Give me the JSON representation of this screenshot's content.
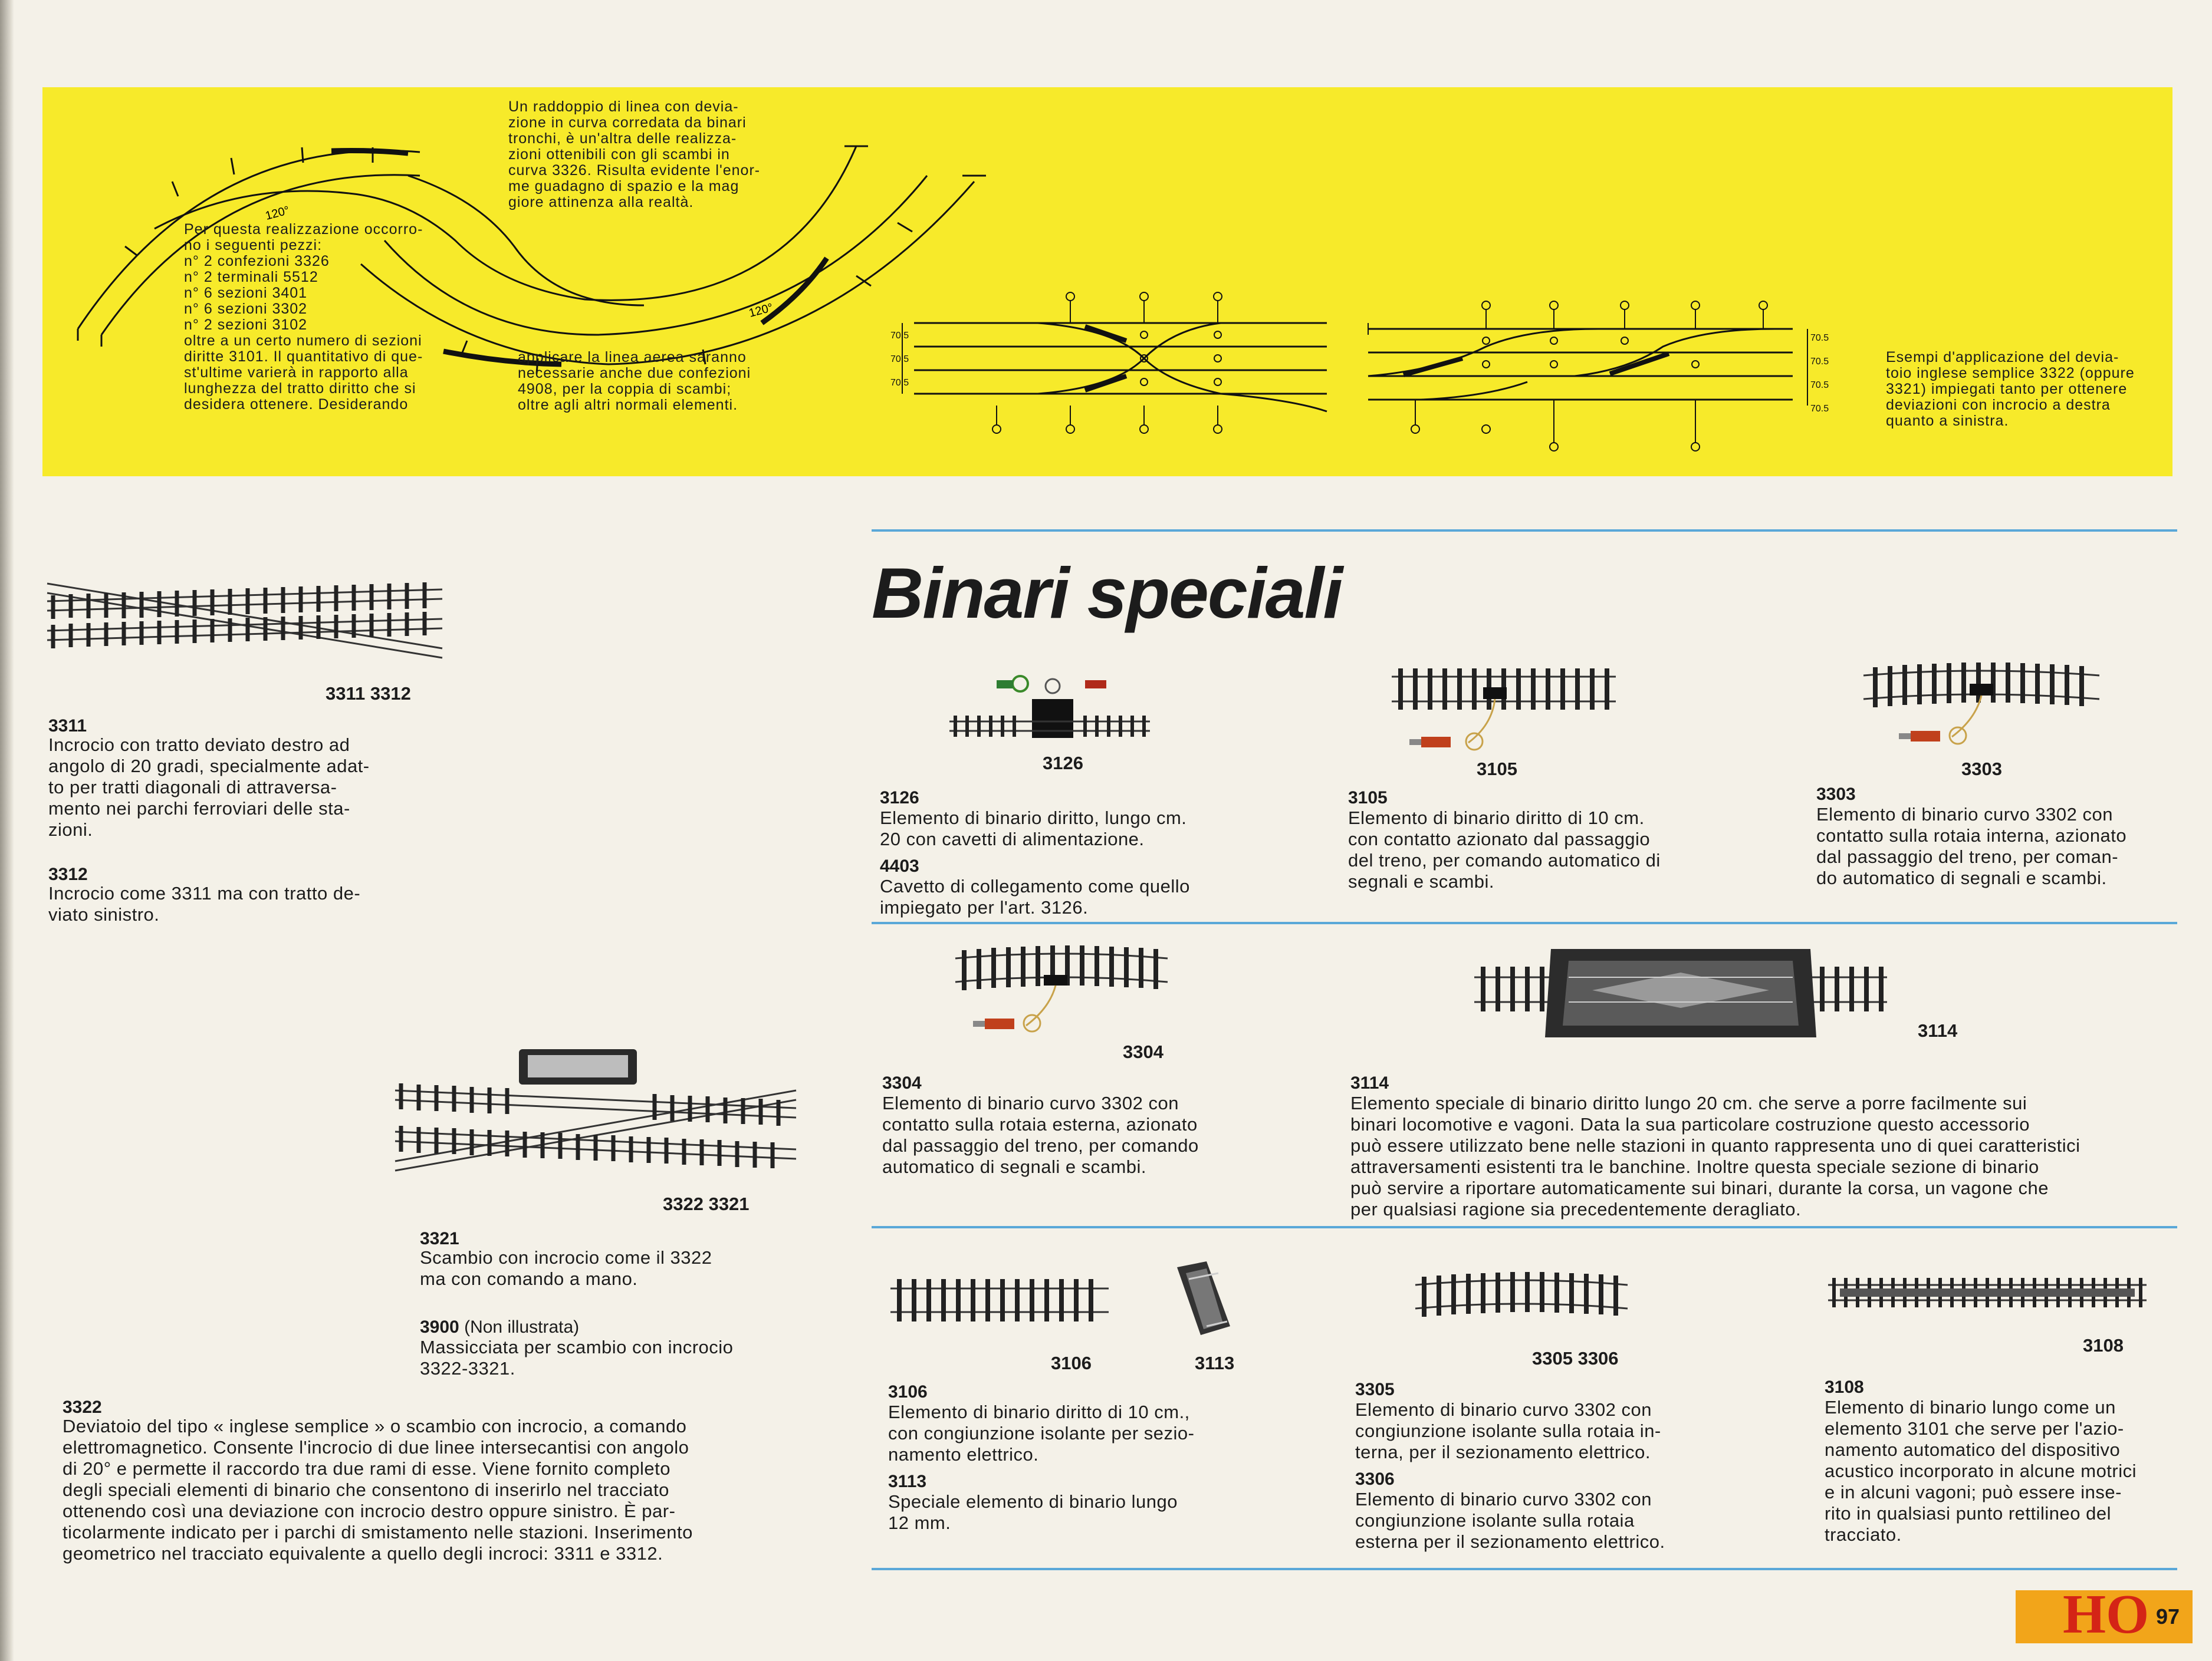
{
  "banner": {
    "left_text": "Per questa realizzazione occorro-\nno i seguenti pezzi:\nn° 2 confezioni 3326\nn° 2 terminali 5512\nn° 6 sezioni 3401\nn° 6 sezioni 3302\nn° 2 sezioni 3102\noltre a un certo numero di sezioni\ndiritte 3101. Il quantitativo di que-\nst'ultime varierà in rapporto alla\nlunghezza del tratto diritto che si\ndesidera ottenere. Desiderando",
    "top_text": "Un raddoppio di linea con devia-\nzione in curva corredata da binari\ntronchi, è un'altra delle realizza-\nzioni ottenibili con gli scambi in\ncurva 3326. Risulta evidente l'enor-\nme guadagno di spazio e la mag\ngiore attinenza alla realtà.",
    "bottom_text": "applicare la linea aerea saranno\nnecessarie anche due confezioni\n4908, per la coppia di scambi;\noltre agli altri normali elementi.",
    "right_text": "Esempi d'applicazione del devia-\ntoio inglese semplice 3322 (oppure\n3321) impiegati tanto per ottenere\ndeviazioni con incrocio a destra\nquanto a sinistra.",
    "angle_1": "120°",
    "angle_2": "120°",
    "dim": "70.5"
  },
  "title": "Binari speciali",
  "items": {
    "i3311_3312": {
      "label": "3311 3312",
      "entries": [
        {
          "code": "3311",
          "text": "Incrocio con tratto deviato destro ad\nangolo di 20 gradi, specialmente adat-\nto per tratti diagonali di attraversa-\nmento nei parchi ferroviari delle sta-\nzioni."
        },
        {
          "code": "3312",
          "text": "Incrocio come 3311 ma con tratto de-\nviato sinistro."
        }
      ]
    },
    "i3322_3321": {
      "label": "3322 3321",
      "entries": [
        {
          "code": "3321",
          "text": "Scambio con incrocio come il 3322\nma con comando a mano."
        },
        {
          "code": "3900",
          "code_note": "(Non illustrata)",
          "text": "Massicciata per scambio con incrocio\n3322-3321."
        }
      ]
    },
    "i3322": {
      "code": "3322",
      "text": "Deviatoio del tipo « inglese semplice » o scambio con incrocio, a comando\nelettromagnetico. Consente l'incrocio di due linee intersecantisi con angolo\ndi 20° e permette il raccordo tra due rami di esse. Viene fornito completo\ndegli speciali elementi di binario che consentono di inserirlo nel tracciato\nottenendo così una deviazione con incrocio destro oppure sinistro. È par-\nticolarmente indicato per i parchi di smistamento nelle stazioni. Inserimento\ngeometrico nel tracciato equivalente a quello degli incroci: 3311 e 3312."
    },
    "i3126": {
      "label": "3126",
      "entries": [
        {
          "code": "3126",
          "text": "Elemento di binario diritto, lungo cm.\n20 con cavetti di alimentazione."
        },
        {
          "code": "4403",
          "text": "Cavetto di collegamento come quello\nimpiegato per l'art. 3126."
        }
      ]
    },
    "i3105": {
      "label": "3105",
      "entries": [
        {
          "code": "3105",
          "text": "Elemento di binario diritto di 10 cm.\ncon contatto azionato dal passaggio\ndel treno, per comando automatico di\nsegnali e scambi."
        }
      ]
    },
    "i3303": {
      "label": "3303",
      "entries": [
        {
          "code": "3303",
          "text": "Elemento di binario curvo 3302 con\ncontatto sulla rotaia interna, azionato\ndal passaggio del treno, per coman-\ndo automatico di segnali e scambi."
        }
      ]
    },
    "i3304": {
      "label": "3304",
      "entries": [
        {
          "code": "3304",
          "text": "Elemento di binario curvo 3302 con\ncontatto sulla rotaia esterna, azionato\ndal passaggio del treno, per comando\nautomatico di segnali e scambi."
        }
      ]
    },
    "i3114": {
      "label": "3114",
      "entries": [
        {
          "code": "3114",
          "text": "Elemento speciale di binario diritto lungo 20 cm. che serve a porre facilmente sui\nbinari locomotive e vagoni. Data la sua particolare costruzione questo accessorio\npuò essere utilizzato bene nelle stazioni in quanto rappresenta uno di quei caratteristici\nattraversamenti esistenti tra le banchine. Inoltre questa speciale sezione di binario\npuò servire a riportare automaticamente sui binari, durante la corsa, un vagone che\nper qualsiasi ragione sia precedentemente deragliato."
        }
      ]
    },
    "i3106_3113": {
      "label_a": "3106",
      "label_b": "3113",
      "entries": [
        {
          "code": "3106",
          "text": "Elemento di binario diritto di 10 cm.,\ncon congiunzione isolante per sezio-\nnamento elettrico."
        },
        {
          "code": "3113",
          "text": "Speciale elemento di binario lungo\n12 mm."
        }
      ]
    },
    "i3305_3306": {
      "label": "3305 3306",
      "entries": [
        {
          "code": "3305",
          "text": "Elemento di binario curvo 3302 con\ncongiunzione isolante sulla rotaia in-\nterna, per il sezionamento elettrico."
        },
        {
          "code": "3306",
          "text": "Elemento di binario curvo 3302 con\ncongiunzione isolante sulla rotaia\nesterna per il sezionamento elettrico."
        }
      ]
    },
    "i3108": {
      "label": "3108",
      "entries": [
        {
          "code": "3108",
          "text": "Elemento di binario lungo come un\nelemento 3101 che serve per l'azio-\nnamento automatico del dispositivo\nacustico incorporato in alcune motrici\ne in alcuni vagoni; può essere inse-\nrito in qualsiasi punto rettilineo del\ntracciato."
        }
      ]
    }
  },
  "badge": {
    "brand": "HO",
    "page": "97"
  },
  "colors": {
    "banner": "#f7ea2a",
    "rule": "#5aa8d8",
    "badge": "#f2a51a",
    "badge_text": "#d42416"
  }
}
